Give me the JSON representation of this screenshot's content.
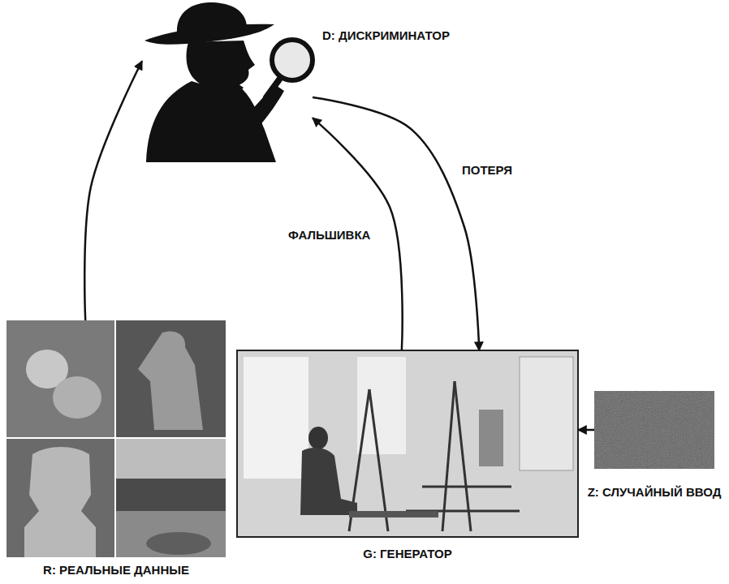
{
  "diagram": {
    "nodes": [
      {
        "text": [
          "D: ДИСКРИМИНАТОР"
        ]
      },
      {
        "text": [
          "R: РЕАЛЬНЫЕ ДАННЫЕ"
        ]
      },
      {
        "text": [
          "G: ГЕНЕРАТОР"
        ]
      },
      {
        "text": [
          "Z: СЛУЧАЙНЫЙ ВВОД"
        ]
      }
    ],
    "edges": [
      {
        "from": 1,
        "to": 0,
        "arrow": "to"
      },
      {
        "from": 2,
        "to": 0,
        "label": "ФАЛЬШИВКА",
        "arrow": "to"
      },
      {
        "from": 0,
        "to": 2,
        "label": "ПОТЕРЯ",
        "arrow": "to"
      },
      {
        "from": 3,
        "to": 2,
        "arrow": "to"
      }
    ]
  }
}
